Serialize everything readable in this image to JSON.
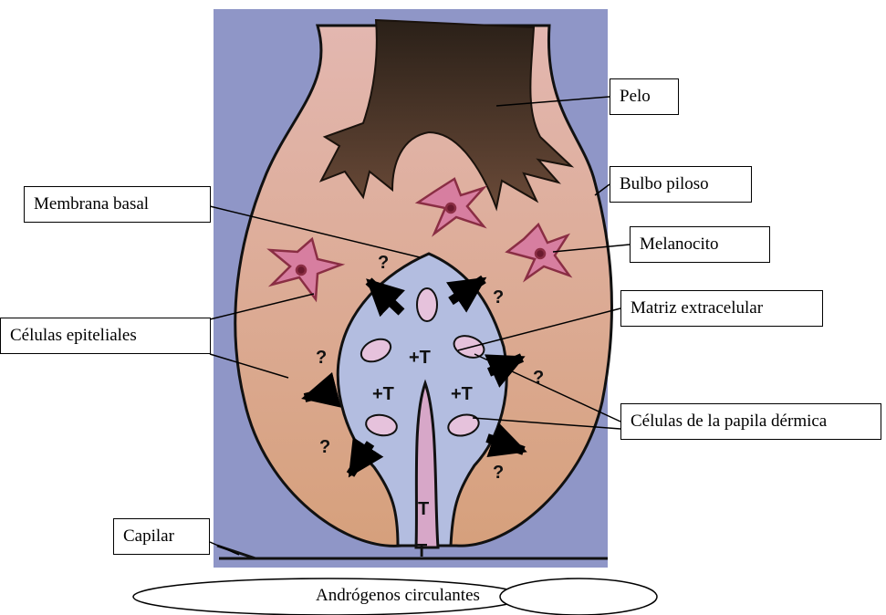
{
  "labels": {
    "pelo": "Pelo",
    "bulbo_piloso": "Bulbo piloso",
    "membrana_basal": "Membrana basal",
    "melanocito": "Melanocito",
    "matriz_extracelular": "Matriz extracelular",
    "celulas_epiteliales": "Células epiteliales",
    "celulas_papila": "Células de la papila dérmica",
    "capilar": "Capilar",
    "androgenos": "Andrógenos circulantes"
  },
  "markers": {
    "unknown": "?",
    "plus_t": "+T",
    "t": "T"
  },
  "colors": {
    "background": "#8f96c7",
    "bulb": "#d9a98f",
    "hair_shaft": "#3b2a22",
    "papilla": "#c9b5d9",
    "cells": "#e6c2dc",
    "outline": "#111111"
  }
}
